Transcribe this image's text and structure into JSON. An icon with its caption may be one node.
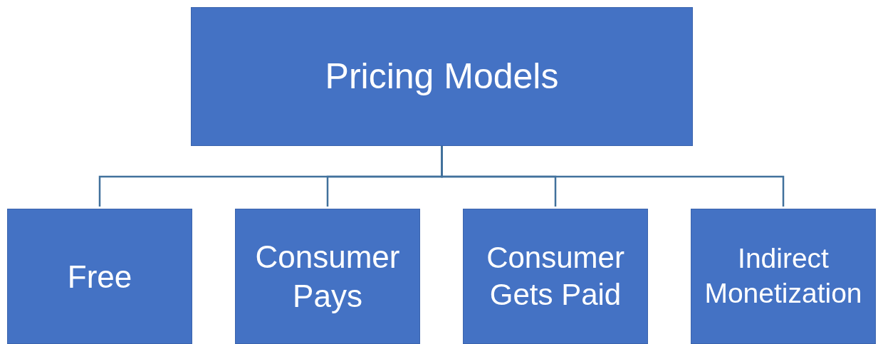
{
  "diagram": {
    "nodes": [
      {
        "text": [
          "Pricing Models"
        ]
      },
      {
        "text": [
          "Free"
        ]
      },
      {
        "text": [
          "Consumer Pays"
        ]
      },
      {
        "text": [
          "Consumer Gets Paid"
        ]
      },
      {
        "text": [
          "Indirect Monetization"
        ]
      }
    ],
    "edges": [
      {
        "from": 0,
        "to": 1,
        "arrow": "none"
      },
      {
        "from": 0,
        "to": 2,
        "arrow": "none"
      },
      {
        "from": 0,
        "to": 3,
        "arrow": "none"
      },
      {
        "from": 0,
        "to": 4,
        "arrow": "none"
      }
    ]
  }
}
